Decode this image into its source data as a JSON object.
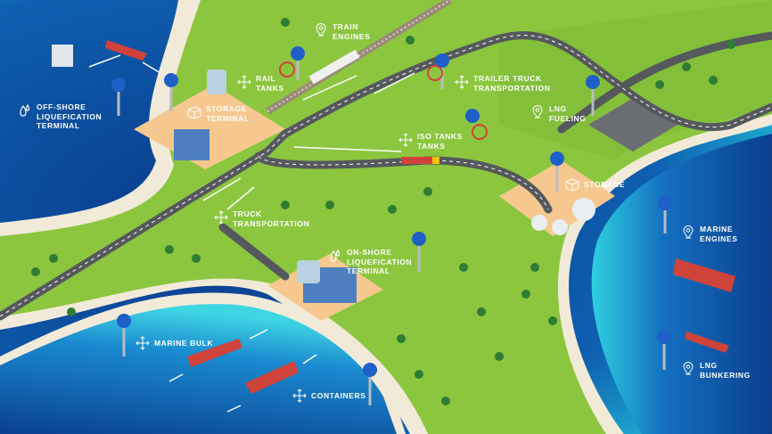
{
  "title": "LNG Supply Chain Map",
  "labels": {
    "offshore": {
      "icon": "drops-icon",
      "lines": [
        "OFF-SHORE",
        "LIQUEFICATION",
        "TERMINAL"
      ]
    },
    "storage_terminal": {
      "icon": "boxes-icon",
      "lines": [
        "STORAGE",
        "TERMINAL"
      ]
    },
    "rail_tanks": {
      "icon": "move-arrows-icon",
      "lines": [
        "RAIL",
        "TANKS"
      ]
    },
    "train_engines": {
      "icon": "location-pin-icon",
      "lines": [
        "TRAIN",
        "ENGINES"
      ]
    },
    "trailer_truck": {
      "icon": "move-arrows-icon",
      "lines": [
        "TRAILER TRUCK",
        "TRANSPORTATION"
      ]
    },
    "lng_fueling": {
      "icon": "location-pin-icon",
      "lines": [
        "LNG",
        "FUELING"
      ]
    },
    "iso_tanks": {
      "icon": "move-arrows-icon",
      "lines": [
        "ISO TANKS",
        "TANKS"
      ]
    },
    "storage": {
      "icon": "boxes-icon",
      "lines": [
        "STORAGE"
      ]
    },
    "truck_transport": {
      "icon": "move-arrows-icon",
      "lines": [
        "TRUCK",
        "TRANSPORTATION"
      ]
    },
    "onshore": {
      "icon": "drops-icon",
      "lines": [
        "ON-SHORE",
        "LIQUEFICATION",
        "TERMINAL"
      ]
    },
    "marine_engines": {
      "icon": "location-pin-icon",
      "lines": [
        "MARINE",
        "ENGINES"
      ]
    },
    "marine_bulk": {
      "icon": "move-arrows-icon",
      "lines": [
        "MARINE BULK"
      ]
    },
    "containers": {
      "icon": "move-arrows-icon",
      "lines": [
        "CONTAINERS"
      ]
    },
    "lng_bunkering": {
      "icon": "location-pin-icon",
      "lines": [
        "LNG",
        "BUNKERING"
      ]
    }
  },
  "colors": {
    "ocean": "#0b3f8f",
    "shallow": "#1fb8d8",
    "land": "#8cc63f",
    "sand": "#f2ead8",
    "pad": "#f6c88f",
    "road": "#55585c",
    "valve": "#1f5fc8"
  }
}
